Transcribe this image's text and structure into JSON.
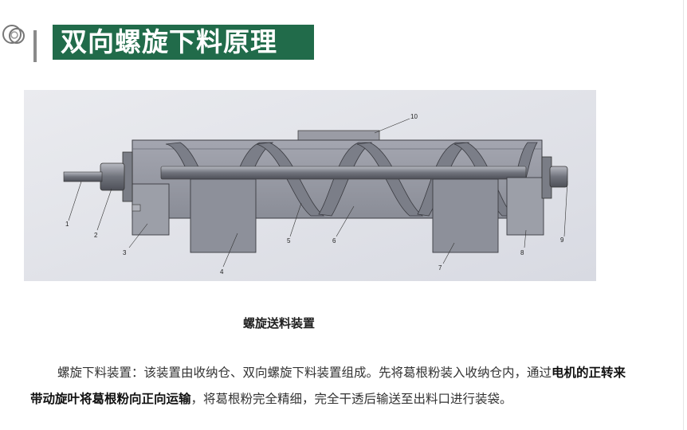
{
  "header": {
    "title": "双向螺旋下料原理",
    "logo_icon": "double-ring-icon"
  },
  "figure": {
    "callouts": [
      "1",
      "2",
      "3",
      "4",
      "5",
      "6",
      "7",
      "8",
      "9",
      "10"
    ],
    "caption": "螺旋送料装置"
  },
  "description": {
    "part1": "螺旋下料装置：该装置由收纳仓、双向螺旋下料装置组成。先将葛根粉装入收纳仓内，通过",
    "part2_bold": "电机的正转来带动旋叶将葛根粉向正向运输",
    "part3": "，将葛根粉完全精细，完全干透后输送至出料口进行装袋。"
  },
  "colors": {
    "title_bg": "#216b4a",
    "title_text": "#ffffff",
    "drawing_bg": "#e2e4ea",
    "machine_gray": "#8f929b"
  }
}
